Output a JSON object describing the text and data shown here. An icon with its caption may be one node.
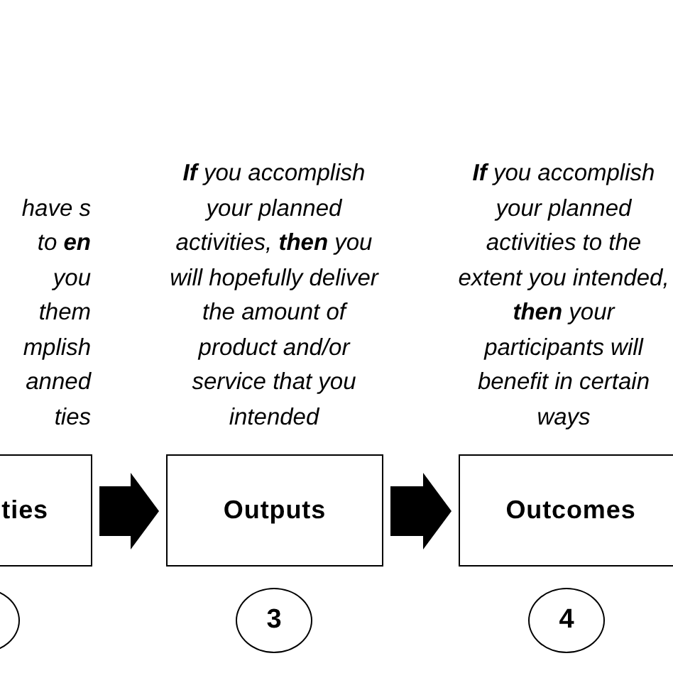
{
  "diagram": {
    "nodes": [
      {
        "text": [
          "ties"
        ],
        "beside": [
          "have s to **en** you them mplish anned ties"
        ]
      },
      {
        "text": [
          "Outputs"
        ],
        "beside": [
          "**If** you accomplish your planned activities, **then** you will hopefully deliver the amount of product and/or service that you intended"
        ]
      },
      {
        "text": [
          "Outcomes"
        ],
        "beside": [
          "**If** you accomplish your planned activities to the extent you intended, **then** your participants will benefit in certain ways"
        ]
      },
      {
        "text": [],
        "shape": "circle"
      },
      {
        "text": [
          "3"
        ]
      },
      {
        "text": [
          "4"
        ]
      }
    ],
    "edges": [
      {
        "from": 0,
        "to": 1,
        "arrow": "to"
      },
      {
        "from": 1,
        "to": 2,
        "arrow": "to"
      }
    ]
  }
}
